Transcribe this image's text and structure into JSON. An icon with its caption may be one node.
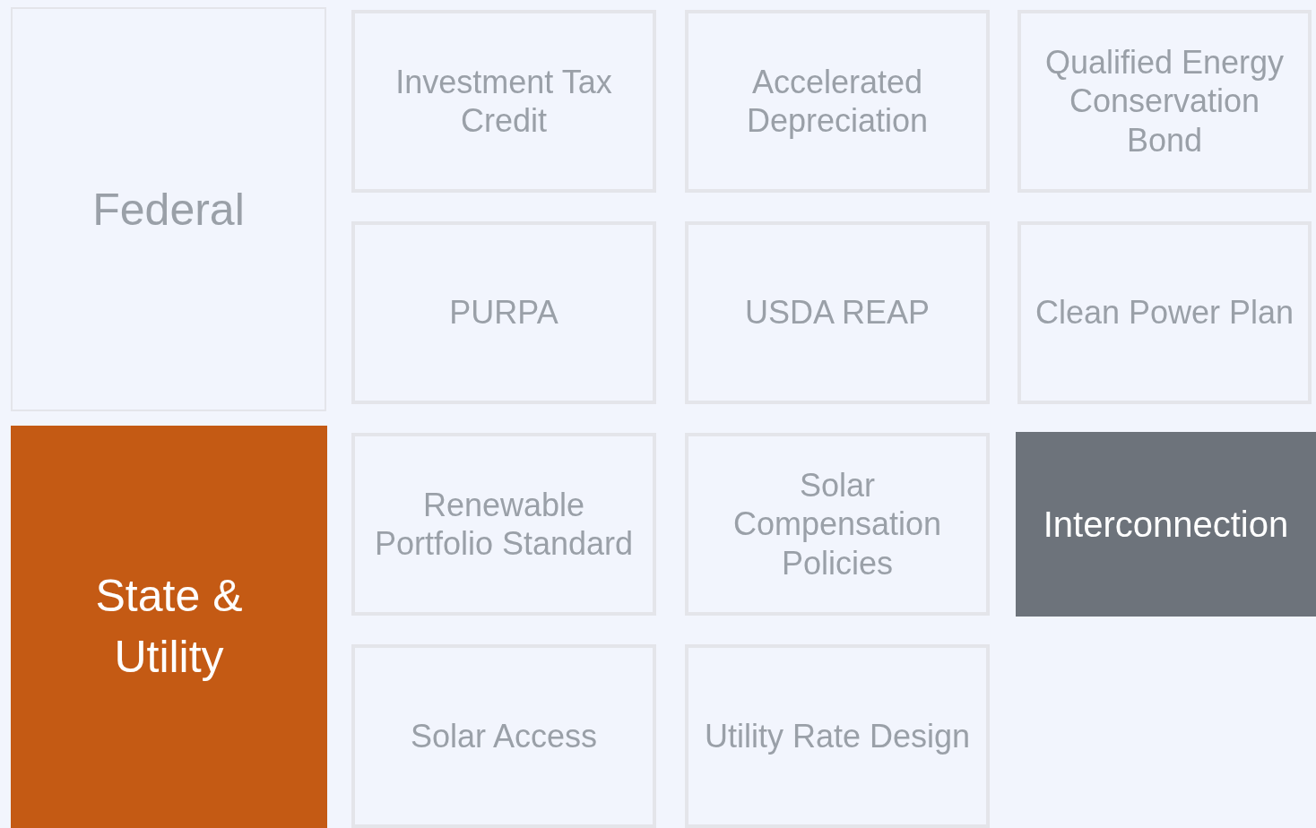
{
  "diagram": {
    "nodes": [
      {
        "text": [
          "Federal"
        ]
      },
      {
        "text": [
          "Investment Tax Credit"
        ]
      },
      {
        "text": [
          "Accelerated Depreciation"
        ]
      },
      {
        "text": [
          "Qualified Energy Conservation Bond"
        ]
      },
      {
        "text": [
          "PURPA"
        ]
      },
      {
        "text": [
          "USDA REAP"
        ]
      },
      {
        "text": [
          "Clean Power Plan"
        ]
      },
      {
        "text": [
          "State & Utility"
        ]
      },
      {
        "text": [
          "Renewable Portfolio Standard"
        ]
      },
      {
        "text": [
          "Solar Compensation Policies"
        ]
      },
      {
        "text": [
          "Interconnection"
        ]
      },
      {
        "text": [
          "Solar Access"
        ]
      },
      {
        "text": [
          "Utility Rate Design"
        ]
      }
    ]
  }
}
